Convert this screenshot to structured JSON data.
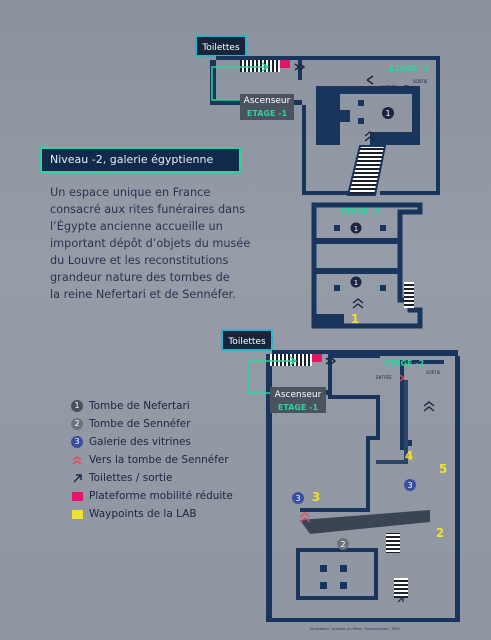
{
  "colors": {
    "wall": "#19355e",
    "floor_dark": "#2d3a4a",
    "accent_green": "#2fd49a",
    "label_yellow": "#f0e030",
    "pink": "#e5156a",
    "grey_item": "#6d737b"
  },
  "top_plan": {
    "toilettes_label": "Toilettes",
    "ascenseur_label": "Ascenseur",
    "etage_minus1": "ETAGE -1",
    "etage_minus2": "ETAGE -2",
    "etage_minus3": "ETAGE -3",
    "entree_label": "ENTRÉE",
    "sortie_label": "SORTIE",
    "tomb_number_1": "1",
    "tomb_number_2": "1",
    "waypoint_1": "1"
  },
  "title": "Niveau -2, galerie égyptienne",
  "description": [
    "Un espace unique en France",
    "consacré aux rites funéraires dans",
    "l’Égypte ancienne accueille un",
    "important dépôt d’objets du musée",
    "du Louvre et les reconstitutions",
    "grandeur nature des tombes de",
    "la reine Nefertari et de Sennéfer."
  ],
  "bottom_plan": {
    "toilettes_label": "Toilettes",
    "ascenseur_label": "Ascenseur",
    "etage_minus1": "ETAGE -1",
    "etage_minus2": "ETAGE -2",
    "entree_label": "ENTRÉE",
    "sortie_label": "SORTIE",
    "circle_2": "2",
    "circle_3a": "3",
    "circle_3b": "3",
    "waypoint_2": "2",
    "waypoint_3": "3",
    "waypoint_4": "4",
    "waypoint_5": "5",
    "credits": "Illustration · Annales du Mans · Reproduction : IPSO"
  },
  "legend": [
    {
      "marker": "1",
      "label": "Tombe de Nefertari",
      "icon": "circle-number-icon"
    },
    {
      "marker": "2",
      "label": "Tombe de Sennéfer",
      "icon": "circle-number-icon"
    },
    {
      "marker": "3",
      "label": "Galerie des vitrines",
      "icon": "circle-number-icon"
    },
    {
      "marker": "",
      "label": "Vers la tombe de Sennéfer",
      "icon": "chevron-red-icon"
    },
    {
      "marker": "",
      "label": "Toilettes / sortie",
      "icon": "arrow-diagonal-icon"
    },
    {
      "marker": "",
      "label": "Plateforme mobilité réduite",
      "icon": "pink-square-icon"
    },
    {
      "marker": "",
      "label": "Waypoints de la LAB",
      "icon": "yellow-square-icon"
    }
  ]
}
